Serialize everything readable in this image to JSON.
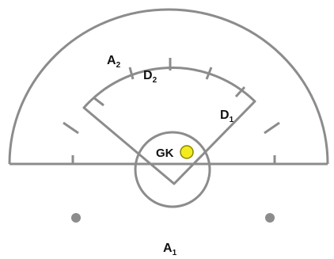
{
  "colors": {
    "lines": "#8c8c8c",
    "ball": "#f2ec1f",
    "ball_outline": "#8a8500",
    "marker_dot": "#8c8c8c",
    "text": "#111111"
  },
  "labels": {
    "a2": {
      "main": "A",
      "sub": "2"
    },
    "d2": {
      "main": "D",
      "sub": "2"
    },
    "d1": {
      "main": "D",
      "sub": "1"
    },
    "gk": "GK",
    "a1": {
      "main": "A",
      "sub": "1"
    }
  },
  "icons": {
    "ball": "yellow-circle",
    "marker_dot": "grey-dot"
  }
}
